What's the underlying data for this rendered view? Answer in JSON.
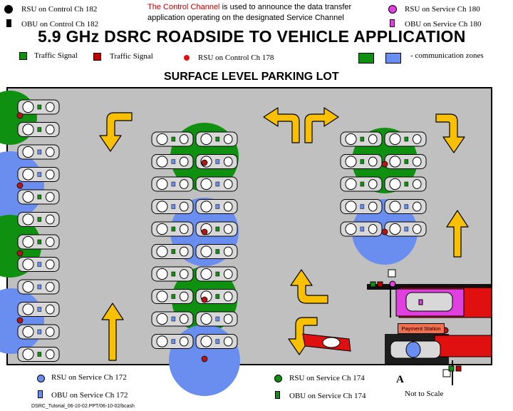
{
  "title": "5.9 GHz DSRC ROADSIDE TO VEHICLE APPLICATION",
  "subtitle": "SURFACE LEVEL PARKING LOT",
  "note": {
    "highlight": "The Control Channel",
    "rest_line1": " is used to announce the data transfer",
    "line2": "application operating on the designated Service Channel"
  },
  "legend_top": {
    "rsu_control_182": "RSU on Control Ch 182",
    "obu_control_182": "OBU on Control Ch 182",
    "rsu_service_180": "RSU on Service Ch 180",
    "obu_service_180": "OBU on Service Ch 180"
  },
  "legend_row2": {
    "traffic_signal_green": "Traffic Signal",
    "traffic_signal_red": "Traffic Signal",
    "rsu_control_178": "RSU on Control Ch 178",
    "communication_zones": "- communication zones"
  },
  "legend_bottom": {
    "rsu_service_172": "RSU on Service Ch 172",
    "obu_service_172": "OBU on Service Ch 172",
    "rsu_service_174": "RSU on Service Ch 174",
    "obu_service_174": "OBU on Service Ch 174"
  },
  "payment_station": "Payment Station",
  "scale_letter": "A",
  "scale_text": "Not to Scale",
  "footer": "DSRC_Tutorial_06-10-02.PPT/06-10-02/bcash",
  "colors": {
    "lot": "#c0c0c0",
    "green_zone": "#109010",
    "blue_zone": "#6a8ef0",
    "magenta": "#e040e0",
    "red": "#e01010",
    "arrow": "#f8c000",
    "rsu_dot": "#b01818"
  }
}
